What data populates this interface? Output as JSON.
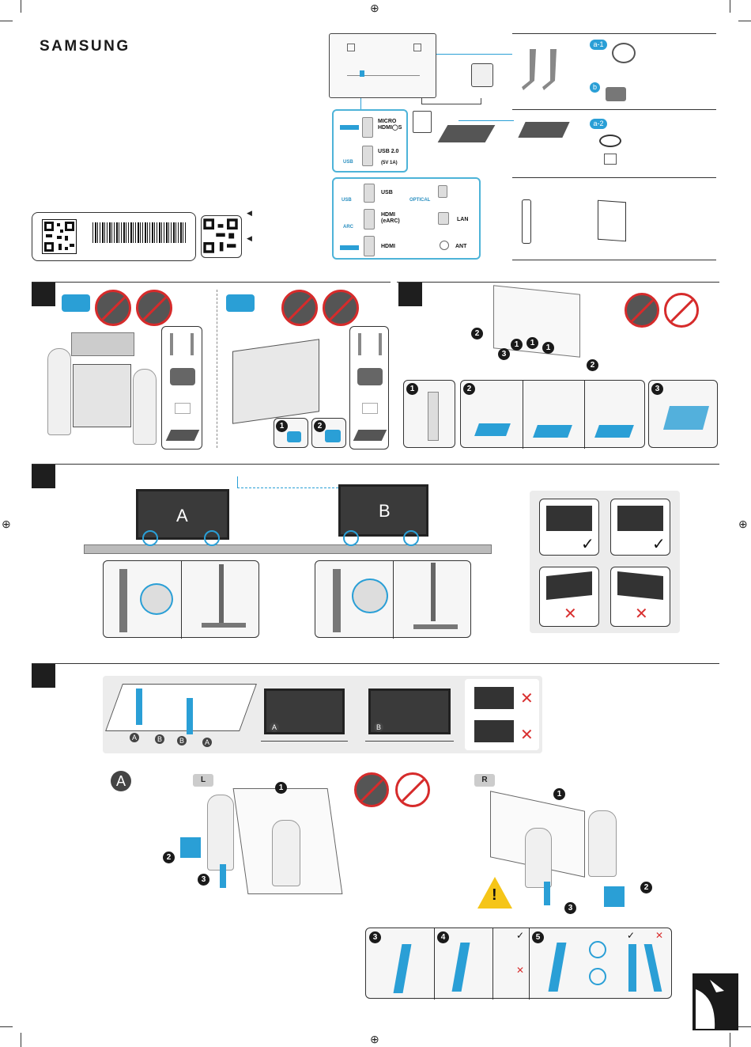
{
  "brand": "SAMSUNG",
  "ports": {
    "micro_hdmi": "MICRO\nHDMI◯S",
    "usb20": "USB 2.0",
    "usb20_spec": "(5V 1A)",
    "usb_icon": "USB",
    "usb": "USB",
    "optical": "OPTICAL",
    "arc": "ARC",
    "hdmi_earc": "HDMI\n(eARC)",
    "lan": "LAN",
    "hdmi": "HDMI",
    "ant": "ANT"
  },
  "accessories": {
    "a1": "a-1",
    "b": "b",
    "a2": "a-2"
  },
  "stand_labels": {
    "a": "A",
    "b": "B"
  },
  "step4_labels": [
    "A",
    "B",
    "B",
    "A"
  ],
  "section_A": "A",
  "side_left": "L",
  "side_right": "R",
  "step_numbers": [
    "1",
    "2",
    "3",
    "4",
    "5"
  ],
  "symbols": {
    "check": "✓",
    "cross": "✕",
    "warning": "!"
  },
  "colors": {
    "accent": "#2a9fd6",
    "warning": "#f5c518",
    "prohibit": "#d62b2b"
  }
}
